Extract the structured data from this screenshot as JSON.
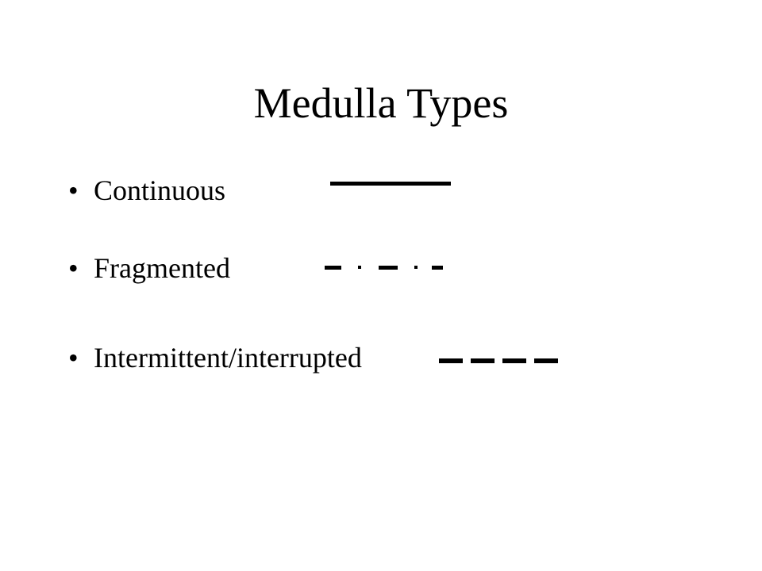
{
  "slide": {
    "title": "Medulla Types",
    "bullet_symbol": "•",
    "items": [
      {
        "label": "Continuous",
        "pattern": "continuous"
      },
      {
        "label": "Fragmented",
        "pattern": "dash-dot"
      },
      {
        "label": "Intermittent/interrupted",
        "pattern": "dashed"
      }
    ]
  }
}
